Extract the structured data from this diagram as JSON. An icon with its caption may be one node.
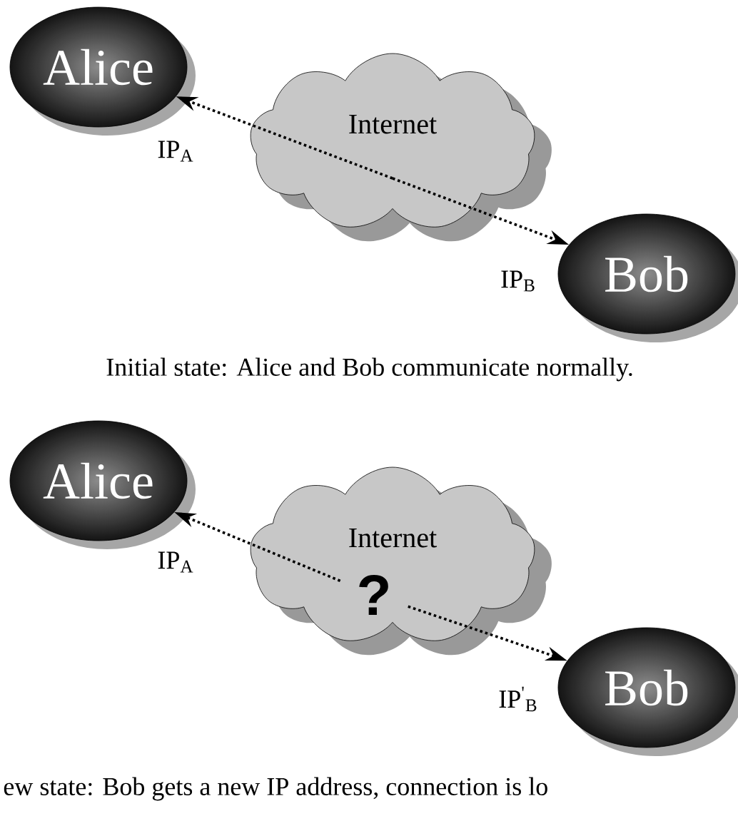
{
  "diagram": {
    "nodes": [
      {
        "text": [
          "Alice"
        ]
      },
      {
        "text": [
          "Internet"
        ]
      },
      {
        "text": [
          "Bob"
        ]
      },
      {
        "text": [
          "Alice"
        ]
      },
      {
        "text": [
          "Internet"
        ]
      },
      {
        "text": [
          "?"
        ],
        "in": 4
      },
      {
        "text": [
          "Bob"
        ]
      }
    ],
    "edges": [
      {
        "from": 1,
        "to": 0,
        "arrow": "to",
        "style": "dashed"
      },
      {
        "from": 1,
        "to": 2,
        "arrow": "to",
        "style": "dashed"
      },
      {
        "from": 5,
        "to": 3,
        "arrow": "to",
        "style": "dashed"
      },
      {
        "from": 5,
        "to": 6,
        "arrow": "to",
        "style": "dashed"
      }
    ],
    "labels": [
      "IP$_{A}$",
      "IP$_{B}$",
      "Initial state: Alice and Bob communicate normally.",
      "IP$_{A}$",
      "IP$^{'}$$_{B}$",
      "ew state: Bob gets a new IP address, connection is lo"
    ]
  }
}
